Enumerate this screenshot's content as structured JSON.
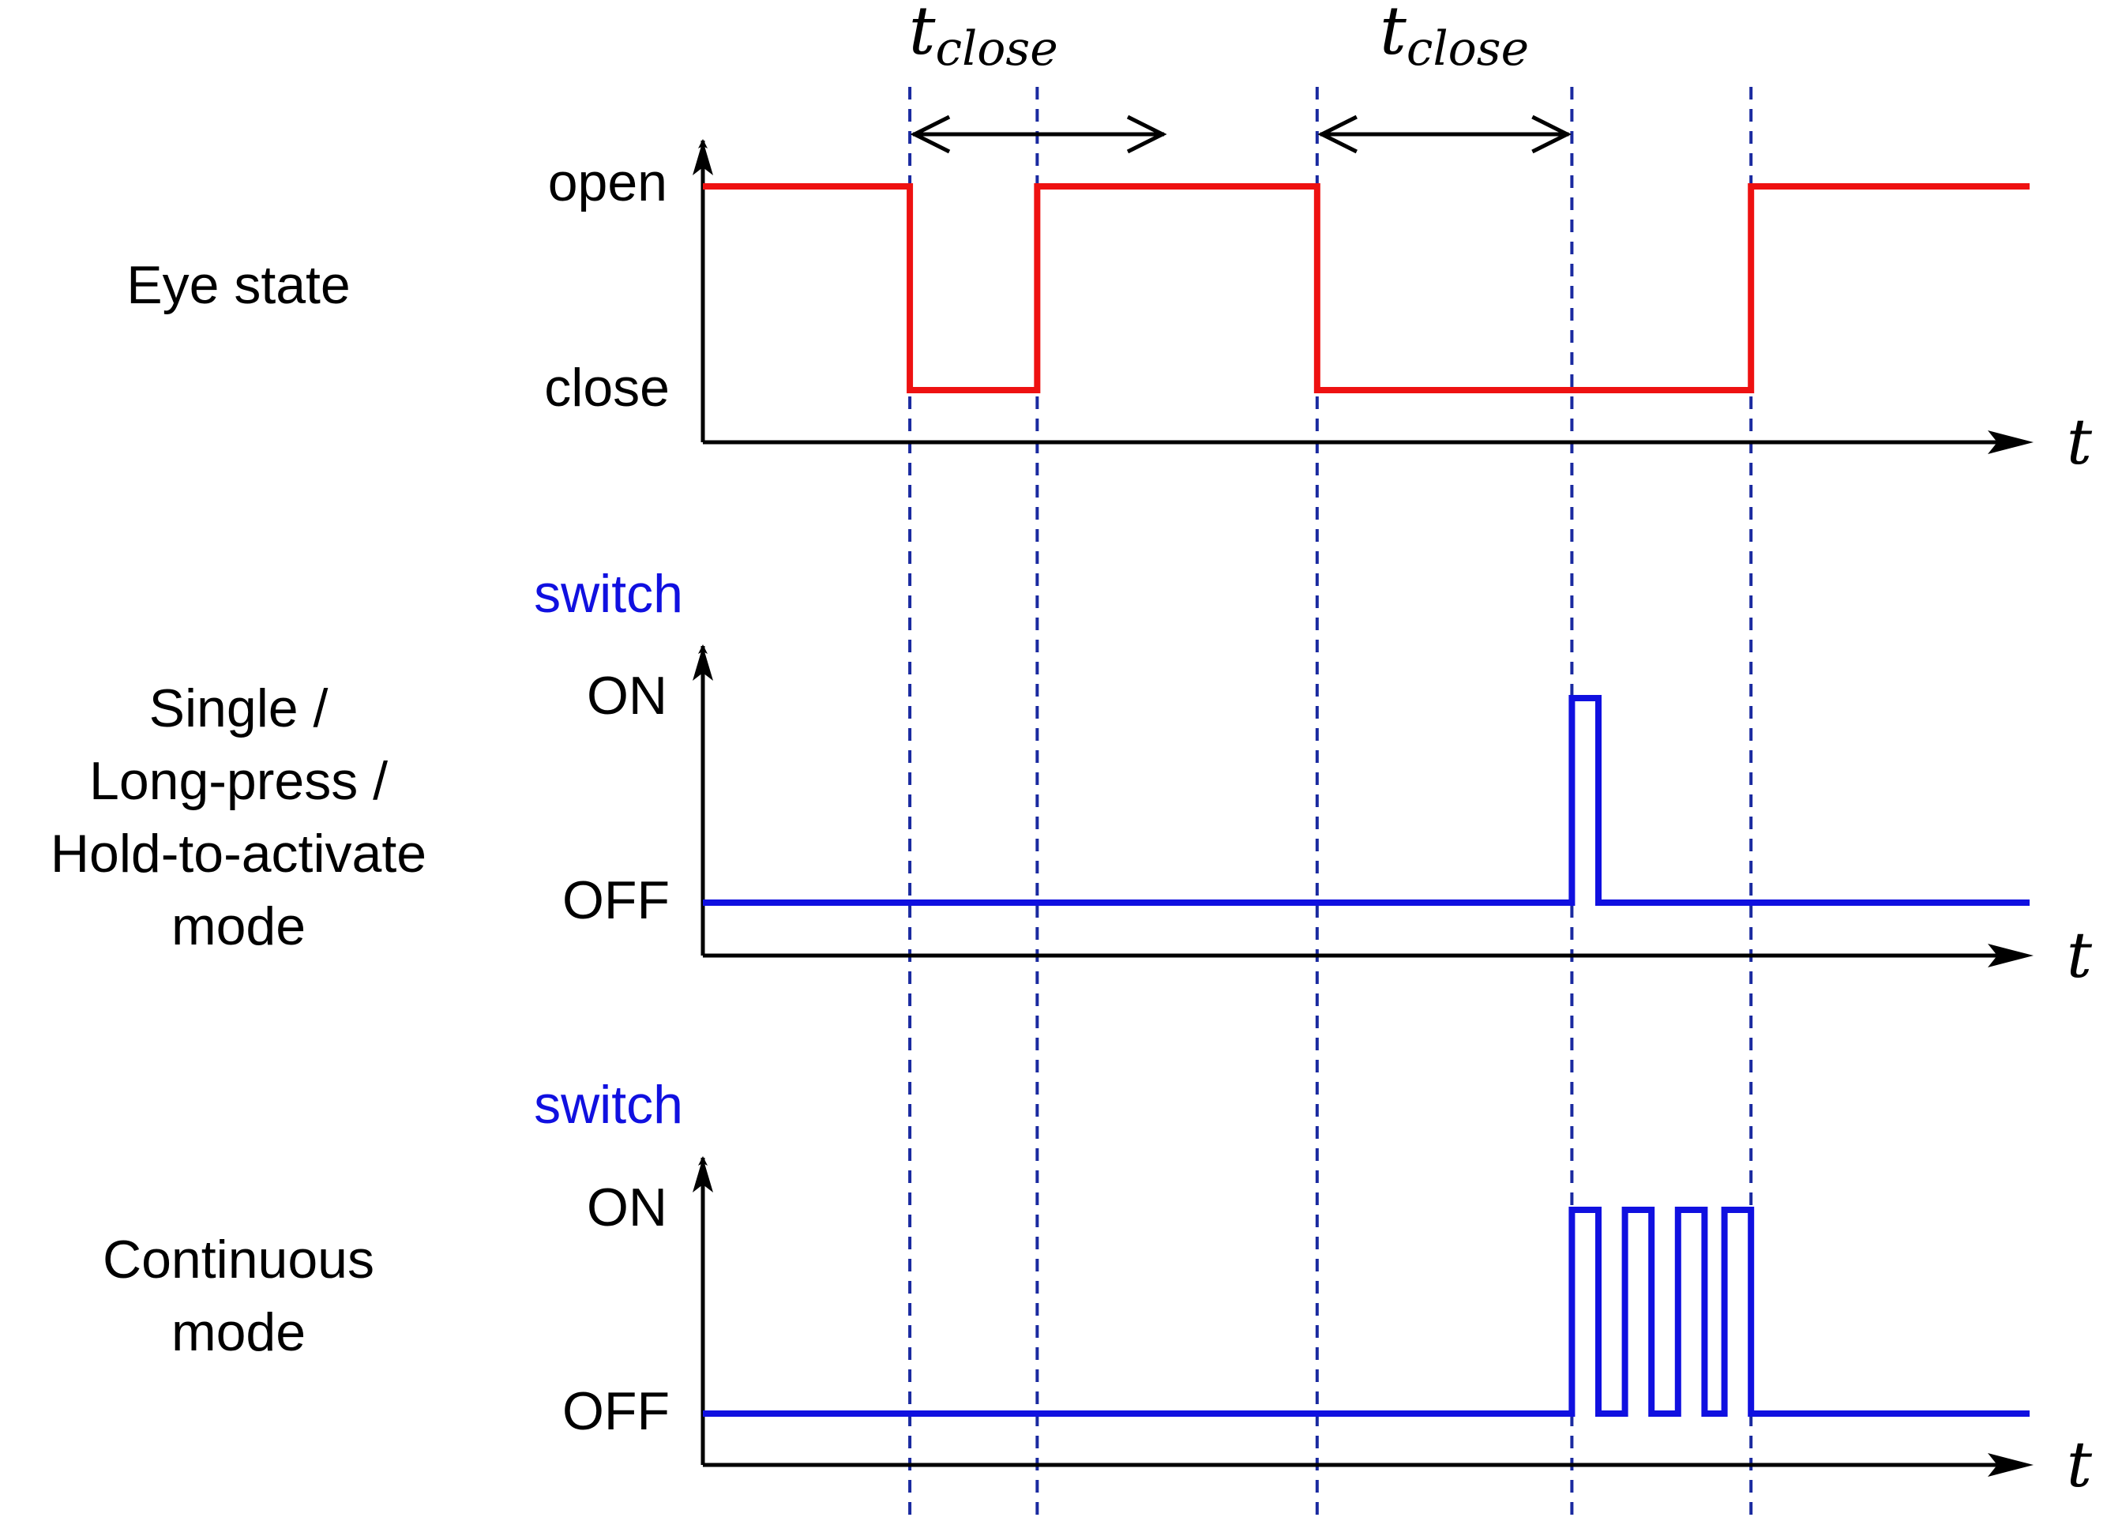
{
  "colors": {
    "eye": "#ee1111",
    "switch": "#1010e0",
    "guide": "#1a2aa0",
    "axis": "#000000"
  },
  "annotations": {
    "t_symbol": "t",
    "close_subscript": "close"
  },
  "panels": [
    {
      "id": "eye",
      "row_label": [
        "Eye state"
      ],
      "y_label": "",
      "high_label": "open",
      "low_label": "close",
      "axis_label": "t",
      "signal_color_key": "eye",
      "signal": [
        {
          "t": 0.0,
          "level": 1
        },
        {
          "t": 0.156,
          "level": 0
        },
        {
          "t": 0.252,
          "level": 1
        },
        {
          "t": 0.463,
          "level": 0
        },
        {
          "t": 0.79,
          "level": 1
        },
        {
          "t": 1.0,
          "level": 1
        }
      ]
    },
    {
      "id": "single",
      "row_label": [
        "Single /",
        "Long-press /",
        "Hold-to-activate",
        "mode"
      ],
      "y_label": "switch",
      "high_label": "ON",
      "low_label": "OFF",
      "axis_label": "t",
      "signal_color_key": "switch",
      "signal": [
        {
          "t": 0.0,
          "level": 0
        },
        {
          "t": 0.655,
          "level": 1
        },
        {
          "t": 0.675,
          "level": 0
        },
        {
          "t": 1.0,
          "level": 0
        }
      ]
    },
    {
      "id": "continuous",
      "row_label": [
        "Continuous",
        "mode"
      ],
      "y_label": "switch",
      "high_label": "ON",
      "low_label": "OFF",
      "axis_label": "t",
      "signal_color_key": "switch",
      "signal": [
        {
          "t": 0.0,
          "level": 0
        },
        {
          "t": 0.655,
          "level": 1
        },
        {
          "t": 0.675,
          "level": 0
        },
        {
          "t": 0.695,
          "level": 1
        },
        {
          "t": 0.715,
          "level": 0
        },
        {
          "t": 0.735,
          "level": 1
        },
        {
          "t": 0.755,
          "level": 0
        },
        {
          "t": 0.77,
          "level": 1
        },
        {
          "t": 0.79,
          "level": 0
        },
        {
          "t": 1.0,
          "level": 0
        }
      ]
    }
  ],
  "guides": [
    0.156,
    0.252,
    0.463,
    0.655,
    0.79
  ],
  "intervals": [
    {
      "from": 0.156,
      "to": 0.35
    },
    {
      "from": 0.463,
      "to": 0.655
    }
  ]
}
